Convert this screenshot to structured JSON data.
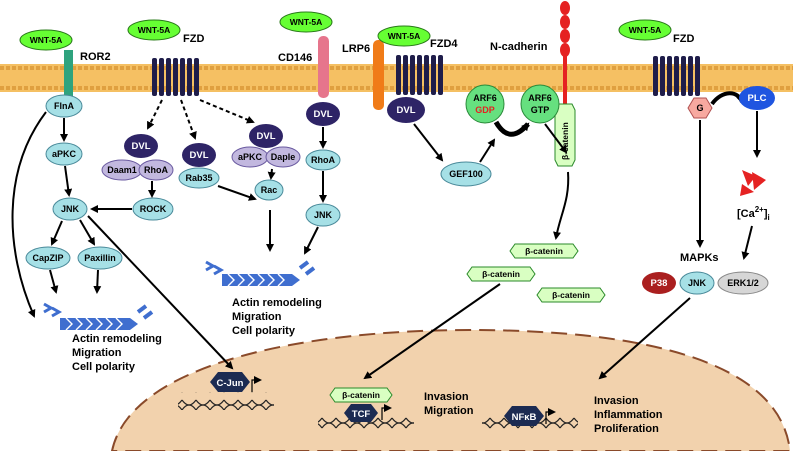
{
  "ligands": {
    "wnt5a": "WNT-5A"
  },
  "receptors": {
    "ror2": "ROR2",
    "fzd1": "FZD",
    "cd146": "CD146",
    "lrp6": "LRP6",
    "fzd4": "FZD4",
    "ncadherin": "N-cadherin",
    "fzd2": "FZD"
  },
  "nodes": {
    "flna": "FlnA",
    "apkc": "aPKC",
    "jnk": "JNK",
    "capzip": "CapZIP",
    "paxillin": "Paxillin",
    "dvl": "DVL",
    "daam1": "Daam1",
    "rhoa": "RhoA",
    "rock": "ROCK",
    "rab35": "Rab35",
    "daple": "Daple",
    "rac": "Rac",
    "gef100": "GEF100",
    "arf6": "ARF6",
    "gdp": "GDP",
    "gtp": "GTP",
    "bcatenin": "β-catenin",
    "g": "G",
    "plc": "PLC",
    "ca": "[Ca",
    "ca_sup": "2+",
    "ca_close": "]",
    "ca_sub": "i",
    "mapks": "MAPKs",
    "p38": "P38",
    "erk": "ERK1/2",
    "cjun": "C-Jun",
    "tcf": "TCF",
    "nfkb": "NFκB"
  },
  "outcomes": {
    "actin": "Actin remodeling",
    "migration": "Migration",
    "polarity": "Cell polarity",
    "invasion": "Invasion",
    "inflammation": "Inflammation",
    "proliferation": "Proliferation"
  },
  "colors": {
    "wnt": "#66ff33",
    "membrane": "#f5c063",
    "receptor": "#1f1d4a",
    "dvl": "#2e2466",
    "light_node": "#a6e0e6",
    "lavender": "#c2b8df",
    "ror2": "#2fa37e",
    "cd146": "#e6758c",
    "lrp6": "#f07b18",
    "cadherin": "#e52222",
    "bcat_fill": "#d9ffc2",
    "arf6": "#66e07f",
    "gdp": "#e52222",
    "p38": "#aa1f1f",
    "erk": "#d6d6d6",
    "plc": "#1f55e0",
    "g": "#f7a9a0",
    "ca": "#e52222",
    "nucleus": "#f2d2ad",
    "nucleus_edge": "#8a4a2a",
    "hexagon": "#1c2b52",
    "actin": "#3f6ecf"
  }
}
